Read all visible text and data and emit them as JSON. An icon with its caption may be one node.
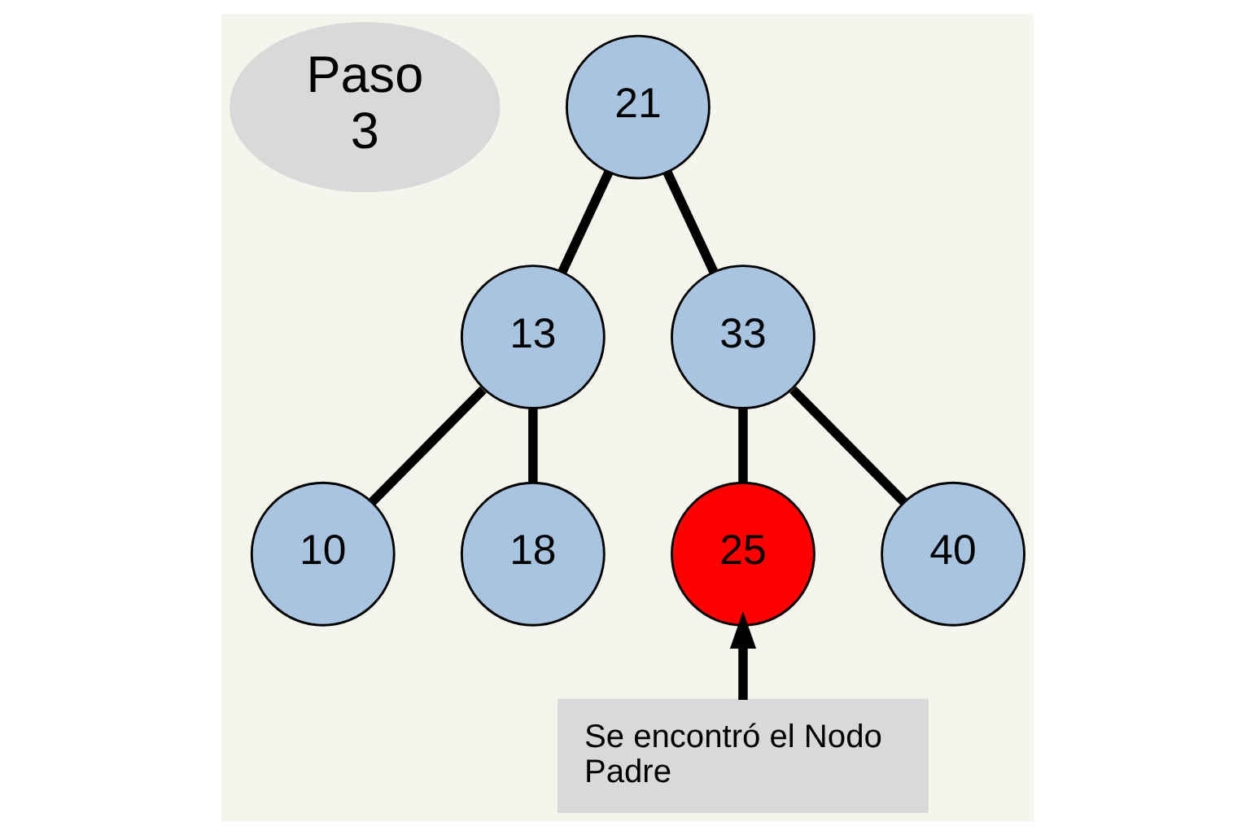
{
  "diagram": {
    "nodes": [
      {
        "text": [
          "Paso 3"
        ]
      },
      {
        "text": [
          "21"
        ]
      },
      {
        "text": [
          "13"
        ]
      },
      {
        "text": [
          "33"
        ]
      },
      {
        "text": [
          "10"
        ]
      },
      {
        "text": [
          "18"
        ]
      },
      {
        "text": [
          "25"
        ]
      },
      {
        "text": [
          "40"
        ]
      },
      {
        "text": [
          "Se encontró el Nodo Padre"
        ]
      }
    ],
    "edges": [
      {
        "from": 1,
        "to": 2,
        "arrow": "none"
      },
      {
        "from": 1,
        "to": 3,
        "arrow": "none"
      },
      {
        "from": 2,
        "to": 4,
        "arrow": "none"
      },
      {
        "from": 2,
        "to": 5,
        "arrow": "none"
      },
      {
        "from": 3,
        "to": 6,
        "arrow": "none"
      },
      {
        "from": 3,
        "to": 7,
        "arrow": "none"
      },
      {
        "from": 8,
        "to": 6,
        "arrow": "to"
      }
    ]
  }
}
